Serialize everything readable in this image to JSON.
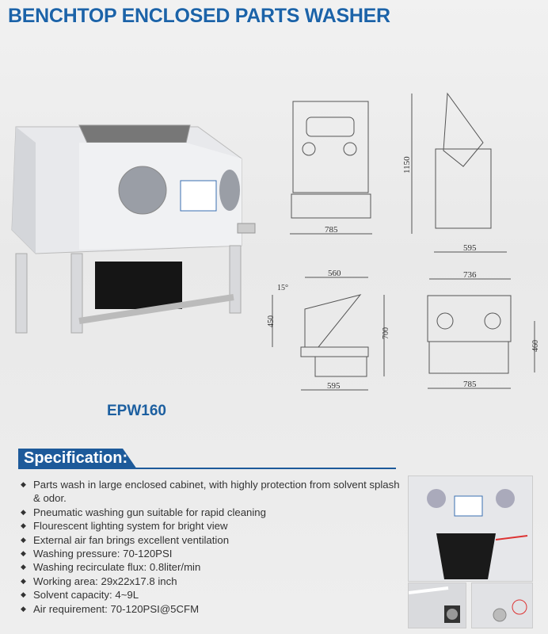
{
  "title": "BENCHTOP ENCLOSED PARTS WASHER",
  "model": "EPW160",
  "specification": {
    "heading": "Specification:",
    "items": [
      "Parts wash in large enclosed cabinet, with highly protection from solvent splash & odor.",
      "Pneumatic washing gun suitable for rapid cleaning",
      "Flourescent lighting system for bright view",
      "External air fan brings excellent ventilation",
      "Washing pressure: 70-120PSI",
      "Washing recirculate flux: 0.8liter/min",
      "Working area: 29x22x17.8 inch",
      "Solvent capacity: 4~9L",
      "Air requirement: 70-120PSI@5CFM"
    ]
  },
  "drawings": {
    "front_width": "785",
    "side_height": "1150",
    "side_depth": "595",
    "angle": "15°",
    "top_depth": "560",
    "body_height": "450",
    "total_height": "700",
    "base_depth": "595",
    "rear_width": "736",
    "rear_height": "460",
    "rear_base_width": "785"
  },
  "colors": {
    "brand_blue": "#1c63a8"
  }
}
